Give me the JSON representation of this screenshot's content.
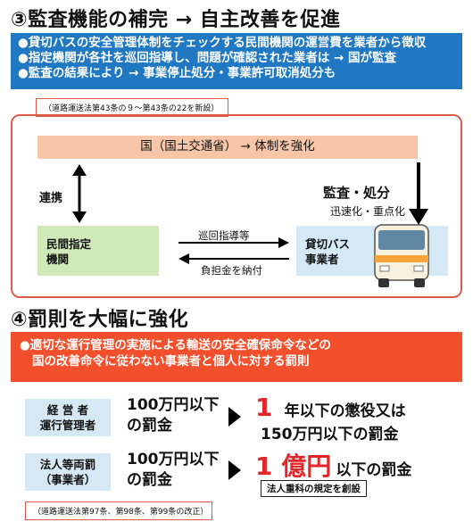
{
  "sec3": {
    "title": "③監査機能の補完 → 自主改善を促進",
    "bullets": [
      "●貸切バスの安全管理体制をチェックする民間機関の運営費を業者から徴収",
      "●指定機関が各社を巡回指導し、問題が確認された業者は → 国が監査",
      "●監査の結果により → 事業停止処分・事業許可取消処分も"
    ],
    "note": "（道路運送法第43条の９～第43条の22を新設）",
    "gov": "国（国土交通省） → 体制を強化",
    "renkei": "連携",
    "audit": "監査・処分",
    "audit_sub": "迅速化・重点化",
    "private_org": [
      "民間指定",
      "機関"
    ],
    "bus_co": [
      "貸切バス",
      "事業者"
    ],
    "patrol": "巡回指導等",
    "fee": "負担金を納付"
  },
  "sec4": {
    "title": "④罰則を大幅に強化",
    "bullets": [
      "●適切な運行管理の実施による輸送の安全確保命令などの",
      "国の改善命令に従わない事業者と個人に対する罰則"
    ],
    "row1_label": [
      "経 営 者",
      "運行管理者"
    ],
    "row1_old": [
      "100万円以下",
      "の罰金"
    ],
    "row1_new_num": "1",
    "row1_new_a": "年以下の懲役又は",
    "row1_new_b": "150万円以下の罰金",
    "row2_label": [
      "法人等両罰",
      "（事業者）"
    ],
    "row2_old": [
      "100万円以下",
      "の罰金"
    ],
    "row2_new_big": "1 億円",
    "row2_new_rest": "以下の罰金",
    "row2_tag": "法人重科の規定を創設",
    "note": "（道路運送法第97条、第98条、第99条の改正）"
  },
  "colors": {
    "blue": "#1f78c1",
    "red": "#f2502c",
    "frame": "#e05a4a",
    "accent_red": "#e3262b"
  }
}
